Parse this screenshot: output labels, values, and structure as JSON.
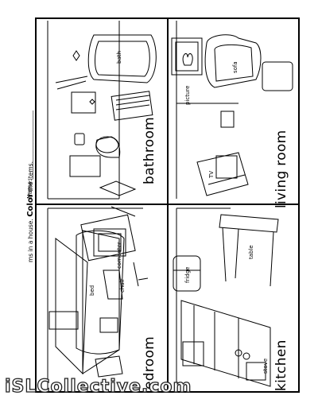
{
  "rooms": {
    "bathroom": "bathroom",
    "living_room": "living room",
    "bedroom": "edroom",
    "kitchen": "kitchen"
  },
  "items": {
    "bath": "bath",
    "sofa": "sofa",
    "picture": "picture",
    "tv": "TV",
    "bed": "bed",
    "computer": "computer",
    "chair": "chair",
    "fridge": "fridge",
    "table": "table",
    "stove": "stove"
  },
  "instructions": {
    "lead": "ms in a house.",
    "emphasis": "Color",
    "tail": "the items."
  },
  "name_label": "Name:_______________________",
  "watermark": "iSLCollective.com"
}
